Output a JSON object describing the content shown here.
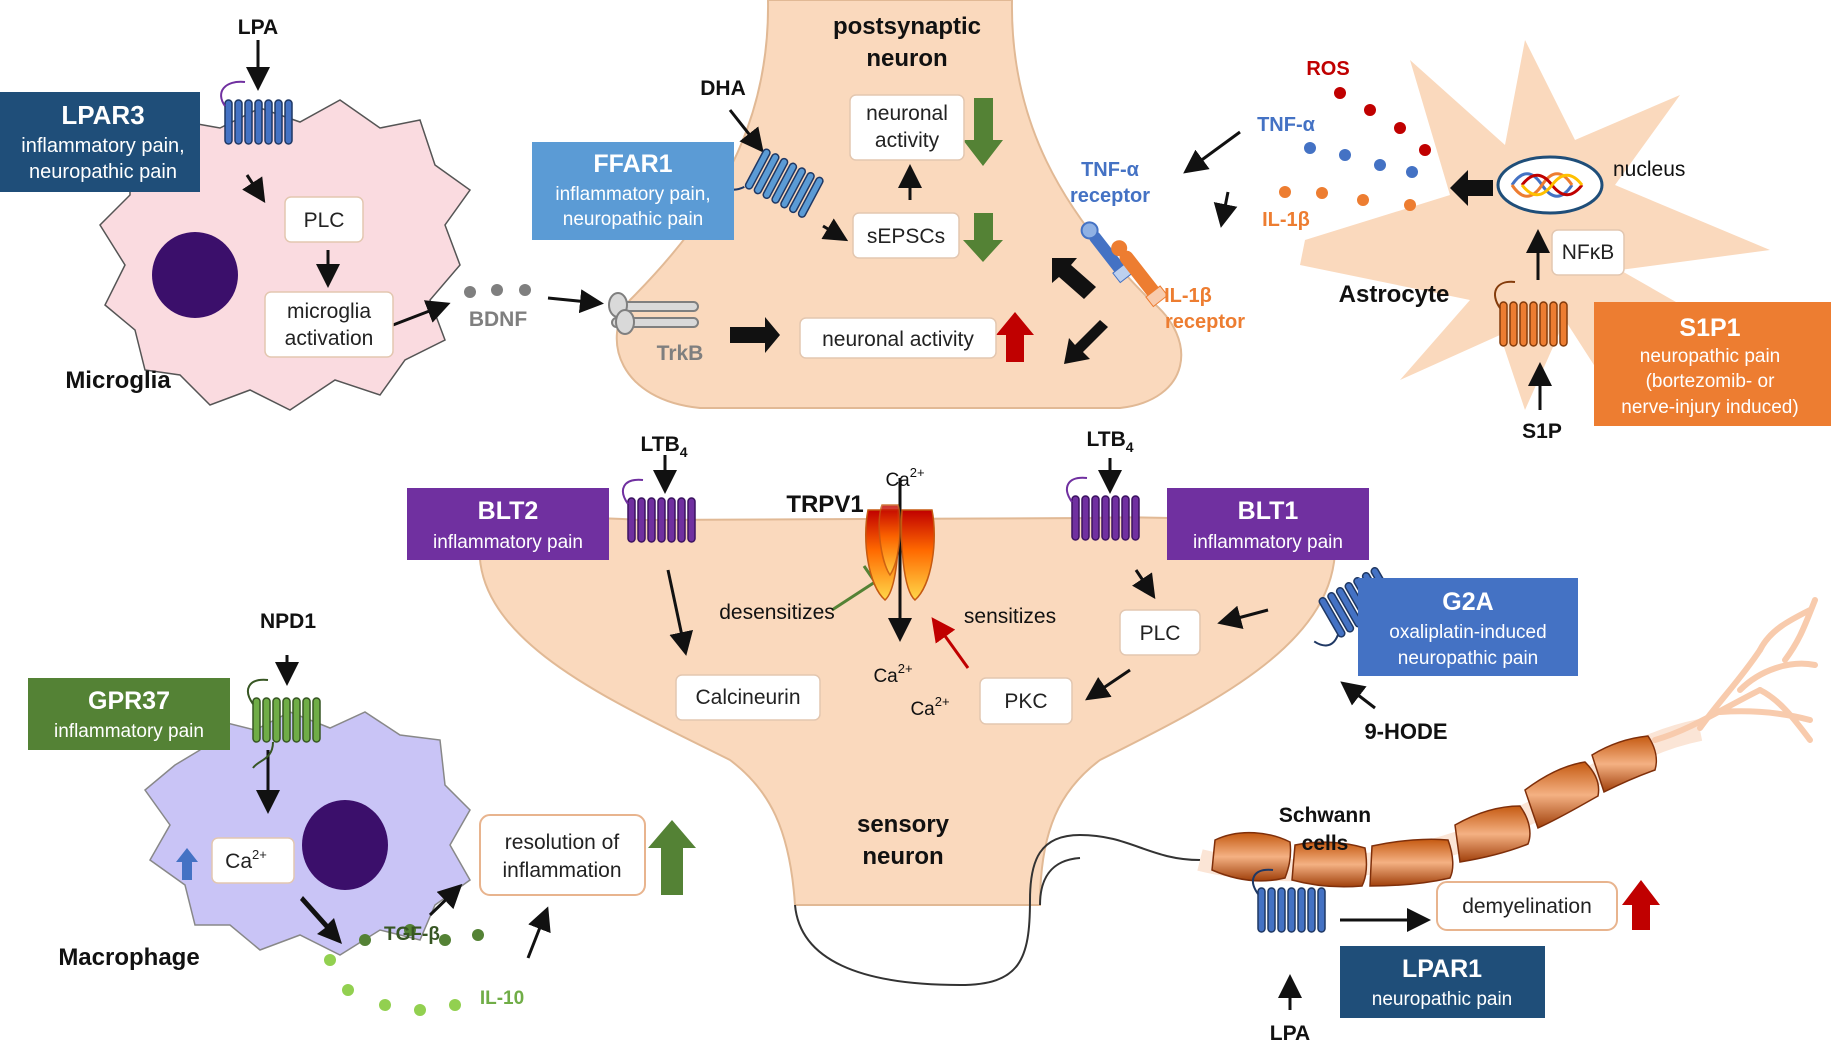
{
  "colors": {
    "cell_peach": "#fad9bd",
    "microglia": "#fadbe0",
    "macrophage": "#c9c4f6",
    "nucleus": "#3b0f6b",
    "navy": "#1f4e79",
    "light_blue": "#5b9bd5",
    "royal_blue": "#4472c4",
    "orange": "#ed7d31",
    "purple": "#7030a0",
    "green": "#548235",
    "red": "#c00000"
  },
  "top": {
    "lpa": "LPA",
    "microglia": "Microglia",
    "plc": "PLC",
    "microglia_activation": [
      "microglia",
      "activation"
    ],
    "bdnf": "BDNF",
    "trkb": "TrkB",
    "postsynaptic": [
      "postsynaptic",
      "neuron"
    ],
    "dha": "DHA",
    "neuronal_activity_top": [
      "neuronal",
      "activity"
    ],
    "sepscs": "sEPSCs",
    "neuronal_activity_bottom": "neuronal activity",
    "tnf_receptor": [
      "TNF-α",
      "receptor"
    ],
    "il1b_receptor": [
      "IL-1β",
      "receptor"
    ],
    "ros": "ROS",
    "tnf": "TNF-α",
    "il1b": "IL-1β",
    "nucleus": "nucleus",
    "nfkb": "NFκB",
    "astrocyte": "Astrocyte",
    "s1p": "S1P"
  },
  "receptors": {
    "lpar3": {
      "name": "LPAR3",
      "desc": [
        "inflammatory pain,",
        "neuropathic pain"
      ]
    },
    "ffar1": {
      "name": "FFAR1",
      "desc": [
        "inflammatory pain,",
        "neuropathic pain"
      ]
    },
    "s1p1": {
      "name": "S1P1",
      "desc": [
        "neuropathic pain",
        "(bortezomib- or",
        "nerve-injury induced)"
      ]
    },
    "blt2": {
      "name": "BLT2",
      "desc": [
        "inflammatory pain"
      ]
    },
    "blt1": {
      "name": "BLT1",
      "desc": [
        "inflammatory pain"
      ]
    },
    "g2a": {
      "name": "G2A",
      "desc": [
        "oxaliplatin-induced",
        "neuropathic pain"
      ]
    },
    "gpr37": {
      "name": "GPR37",
      "desc": [
        "inflammatory pain"
      ]
    },
    "lpar1": {
      "name": "LPAR1",
      "desc": [
        "neuropathic pain"
      ]
    }
  },
  "middle": {
    "ltb4_left": "LTB",
    "ltb4_right": "LTB",
    "ltb4_sub": "4",
    "trpv1": "TRPV1",
    "ca": "Ca",
    "ca_sup": "2+",
    "desensitizes": "desensitizes",
    "sensitizes": "sensitizes",
    "calcineurin": "Calcineurin",
    "plc": "PLC",
    "pkc": "PKC",
    "hode": "9-HODE",
    "sensory": [
      "sensory",
      "neuron"
    ]
  },
  "bottom": {
    "npd1": "NPD1",
    "macrophage": "Macrophage",
    "ca": "Ca",
    "ca_sup": "2+",
    "tgfb": "TGF-β",
    "il10": "IL-10",
    "resolution": [
      "resolution of",
      "inflammation"
    ],
    "schwann": [
      "Schwann",
      "cells"
    ],
    "demyelination": "demyelination",
    "lpa": "LPA"
  }
}
